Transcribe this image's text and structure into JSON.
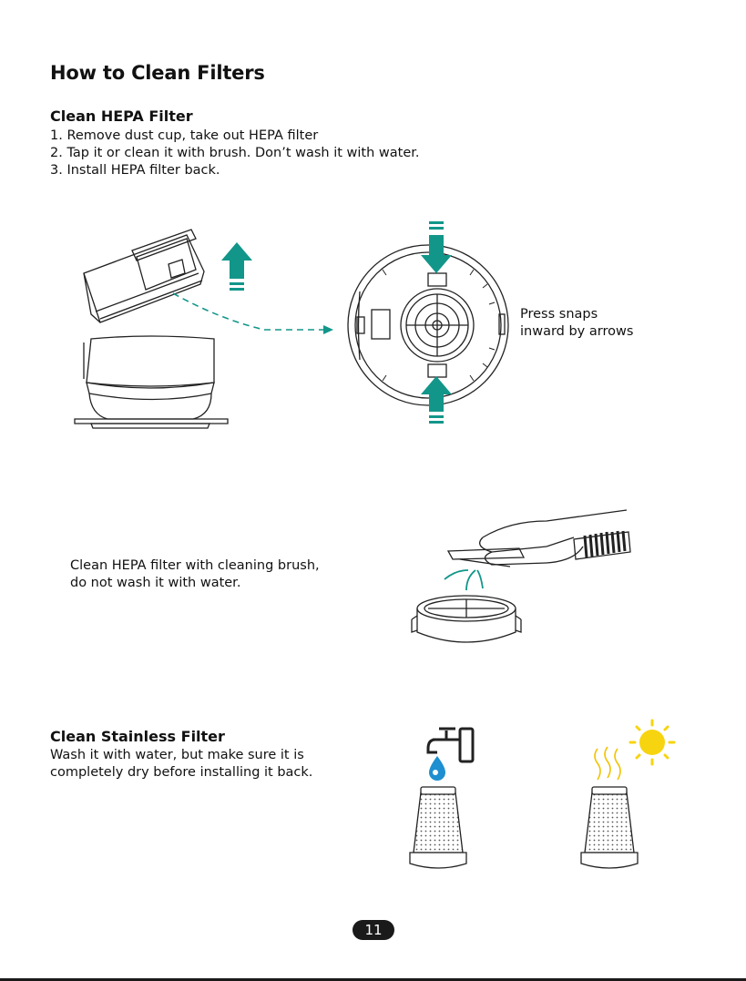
{
  "title": "How to Clean Filters",
  "hepa": {
    "heading": "Clean HEPA Filter",
    "steps": [
      "1. Remove dust cup, take out HEPA filter",
      "2. Tap it or clean it with brush. Don’t wash it with water.",
      "3. Install HEPA filter back."
    ],
    "press_note": [
      "Press snaps",
      "inward by arrows"
    ],
    "brush_note": [
      "Clean HEPA filter with cleaning brush,",
      "do not wash it with water."
    ]
  },
  "stainless": {
    "heading": "Clean Stainless Filter",
    "text": [
      "Wash it with water, but make sure it is",
      "completely dry before installing it back."
    ]
  },
  "page_number": "11",
  "colors": {
    "teal": "#12968a",
    "ink": "#222222"
  },
  "icons": [
    "up-arrow-icon",
    "down-arrow-icon",
    "dashed-arrow-icon",
    "faucet-icon",
    "water-drop-icon",
    "sun-icon",
    "heat-wave-icon"
  ]
}
